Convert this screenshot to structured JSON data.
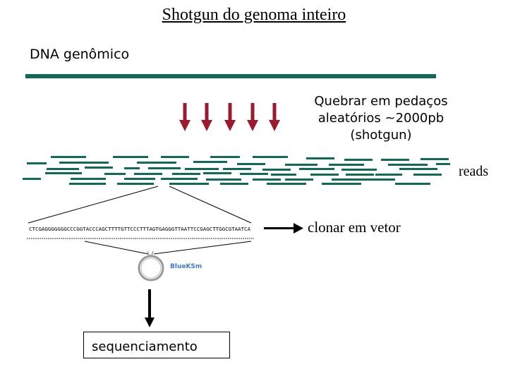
{
  "title": "Shotgun do genoma inteiro",
  "dna_label": "DNA genômico",
  "shotgun_label": {
    "line1": "Quebrar em pedaços",
    "line2": "aleatórios ~2000pb",
    "line3": "(shotgun)"
  },
  "reads_label": "reads",
  "sequence_text": "CTCGAGGGGGGGCCCGGTACCCAGCTTTTGTTCCCTTTAGTGAGGGTTAATTCCGAGCTTGGCGTAATCA",
  "clone_label": "clonar em vetor",
  "vector_label": "BlueKSm",
  "sequencing_label": "sequenciamento",
  "colors": {
    "genomic_dna": "#0f6b57",
    "reads": "#0f6b57",
    "break_arrows": "#9b1b2e",
    "arrows": "#000000",
    "vector_label": "#3b7bd1"
  }
}
